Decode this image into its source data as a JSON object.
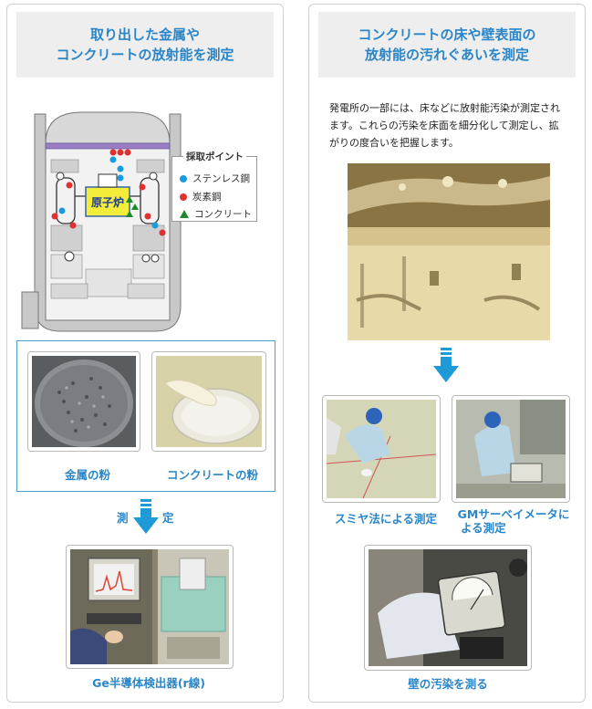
{
  "left": {
    "title_line1": "取り出した金属や",
    "title_line2": "コンクリートの放射能を測定",
    "reactor_label": "原子炉",
    "legend": {
      "title": "採取ポイント",
      "items": [
        {
          "label": "ステンレス鋼",
          "color": "#1a9be0",
          "shape": "circle"
        },
        {
          "label": "炭素鋼",
          "color": "#e03030",
          "shape": "circle"
        },
        {
          "label": "コンクリート",
          "color": "#1a8a2a",
          "shape": "triangle"
        }
      ]
    },
    "metal_powder_caption": "金属の粉",
    "concrete_powder_caption": "コンクリートの粉",
    "measure_label_1": "測",
    "measure_label_2": "定",
    "detector_caption": "Ge半導体検出器(r線)"
  },
  "right": {
    "title_line1": "コンクリートの床や壁表面の",
    "title_line2": "放射能の汚れぐあいを測定",
    "description": "発電所の一部には、床などに放射能汚染が測定されます。これらの汚染を床面を細分化して測定し、拡がりの度合いを把握します。",
    "smear_caption": "スミヤ法による測定",
    "gm_caption_line1": "GMサーベイメータに",
    "gm_caption_line2": "よる測定",
    "wall_caption": "壁の汚染を測る"
  },
  "colors": {
    "accent_blue": "#2a86c8",
    "arrow_blue": "#1e9ad6",
    "frame_blue": "#4ba3c9"
  }
}
